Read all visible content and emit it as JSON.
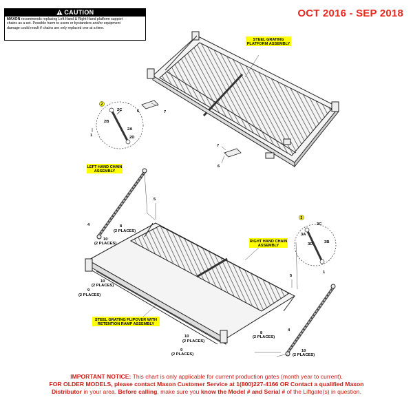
{
  "caution": {
    "icon": "warning-triangle-icon",
    "title": "CAUTION",
    "brand": "MAXON",
    "text_1": " recommends replacing Left Hand & Right Hand platform support",
    "text_2": "chains as a set. Possible harm to users or bystanders and/or equipment",
    "text_3": "damage could result if chains are only replaced one at a time."
  },
  "date_range": "OCT 2016 - SEP 2018",
  "labels": {
    "platform_1": "STEEL GRATING",
    "platform_2": "PLATFORM ASSEMBLY",
    "lh_chain_1": "LEFT HAND CHAIN",
    "lh_chain_2": "ASSEMBLY",
    "rh_chain_1": "RIGHT HAND CHAIN",
    "rh_chain_2": "ASSEMBLY",
    "flipover_1": "STEEL GRATING FLIPOVER WITH",
    "flipover_2": "RETENTION RAMP ASSEMBLY"
  },
  "callouts": {
    "c2": "2",
    "c2c": "2C",
    "c2b": "2B",
    "c2a": "2A",
    "c2d": "2D",
    "c1a": "1",
    "c6a": "6",
    "c7a": "7",
    "c7b": "7",
    "c6b": "6",
    "c5a": "5",
    "c4a": "4",
    "c8a": "8",
    "c8a_places": "(2 PLACES)",
    "c10a": "10",
    "c10a_places": "(2 PLACES)",
    "c10b": "10",
    "c10b_places": "(2 PLACES)",
    "c9a": "9",
    "c9a_places": "(2 PLACES)",
    "c3": "3",
    "c3c": "3C",
    "c3a": "3A",
    "c3d": "3D",
    "c3b": "3B",
    "c1b": "1",
    "c5b": "5",
    "c8b": "8",
    "c8b_places": "(2 PLACES)",
    "c4b": "4",
    "c10c": "10",
    "c10c_places": "(2 PLACES)",
    "c9b": "9",
    "c9b_places": "(2 PLACES)",
    "c10d": "10",
    "c10d_places": "(2 PLACES)"
  },
  "notice": {
    "head": "IMPORTANT NOTICE:",
    "line1_rest": " This chart is only applicable for current production gates (month year to current).",
    "line2": "FOR OLDER MODELS, please contact Maxon Customer Service at 1(800)227-4166 OR Contact a qualified Maxon",
    "line3_a": "Distributor",
    "line3_b": " in your area. ",
    "line3_c": "Before calling",
    "line3_d": ", make sure you ",
    "line3_e": "know the Model # and Serial #",
    "line3_f": " of the Liftgate(s) in question."
  },
  "colors": {
    "accent_red": "#e8281e",
    "highlight_yellow": "#ffff00"
  }
}
